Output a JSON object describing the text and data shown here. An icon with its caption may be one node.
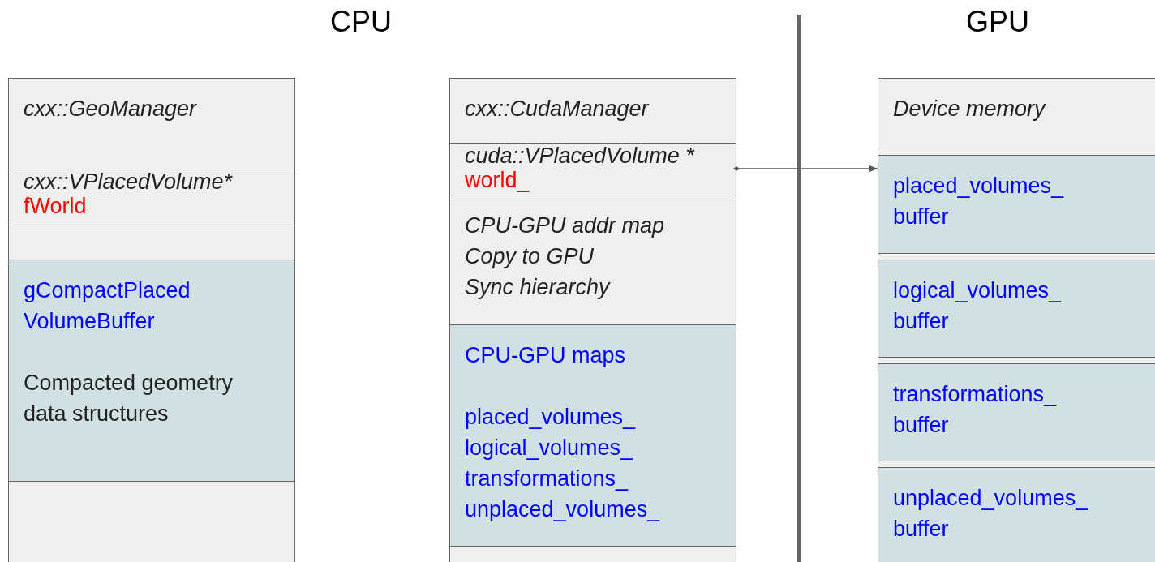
{
  "diagram": {
    "nodes": [
      {
        "text": [
          "cxx::GeoManager"
        ]
      },
      {
        "text": [
          "cxx::VPlacedVolume*",
          "fWorld"
        ]
      },
      {
        "text": [],
        "shape": "box"
      },
      {
        "text": [
          "gCompactPlaced VolumeBuffer",
          "Compacted geometry data structures"
        ]
      },
      {
        "text": [],
        "shape": "box"
      },
      {
        "text": [
          "cxx::CudaManager"
        ]
      },
      {
        "text": [
          "cuda::VPlacedVolume *",
          "world_"
        ]
      },
      {
        "text": [
          "CPU-GPU addr map",
          "Copy to GPU",
          "Sync hierarchy"
        ]
      },
      {
        "text": [
          "CPU-GPU maps",
          "placed_volumes_",
          "logical_volumes_",
          "transformations_",
          "unplaced_volumes_"
        ]
      },
      {
        "text": [],
        "shape": "box"
      },
      {
        "text": [
          "Device memory"
        ]
      },
      {
        "text": [
          "placed_volumes_ buffer"
        ]
      },
      {
        "text": [
          "logical_volumes_ buffer"
        ]
      },
      {
        "text": [
          "transformations_ buffer"
        ]
      },
      {
        "text": [
          "unplaced_volumes_ buffer"
        ]
      }
    ],
    "edges": [
      {
        "from": 6,
        "to": 11,
        "arrow": "to"
      }
    ],
    "labels": [
      "CPU",
      "GPU"
    ]
  }
}
